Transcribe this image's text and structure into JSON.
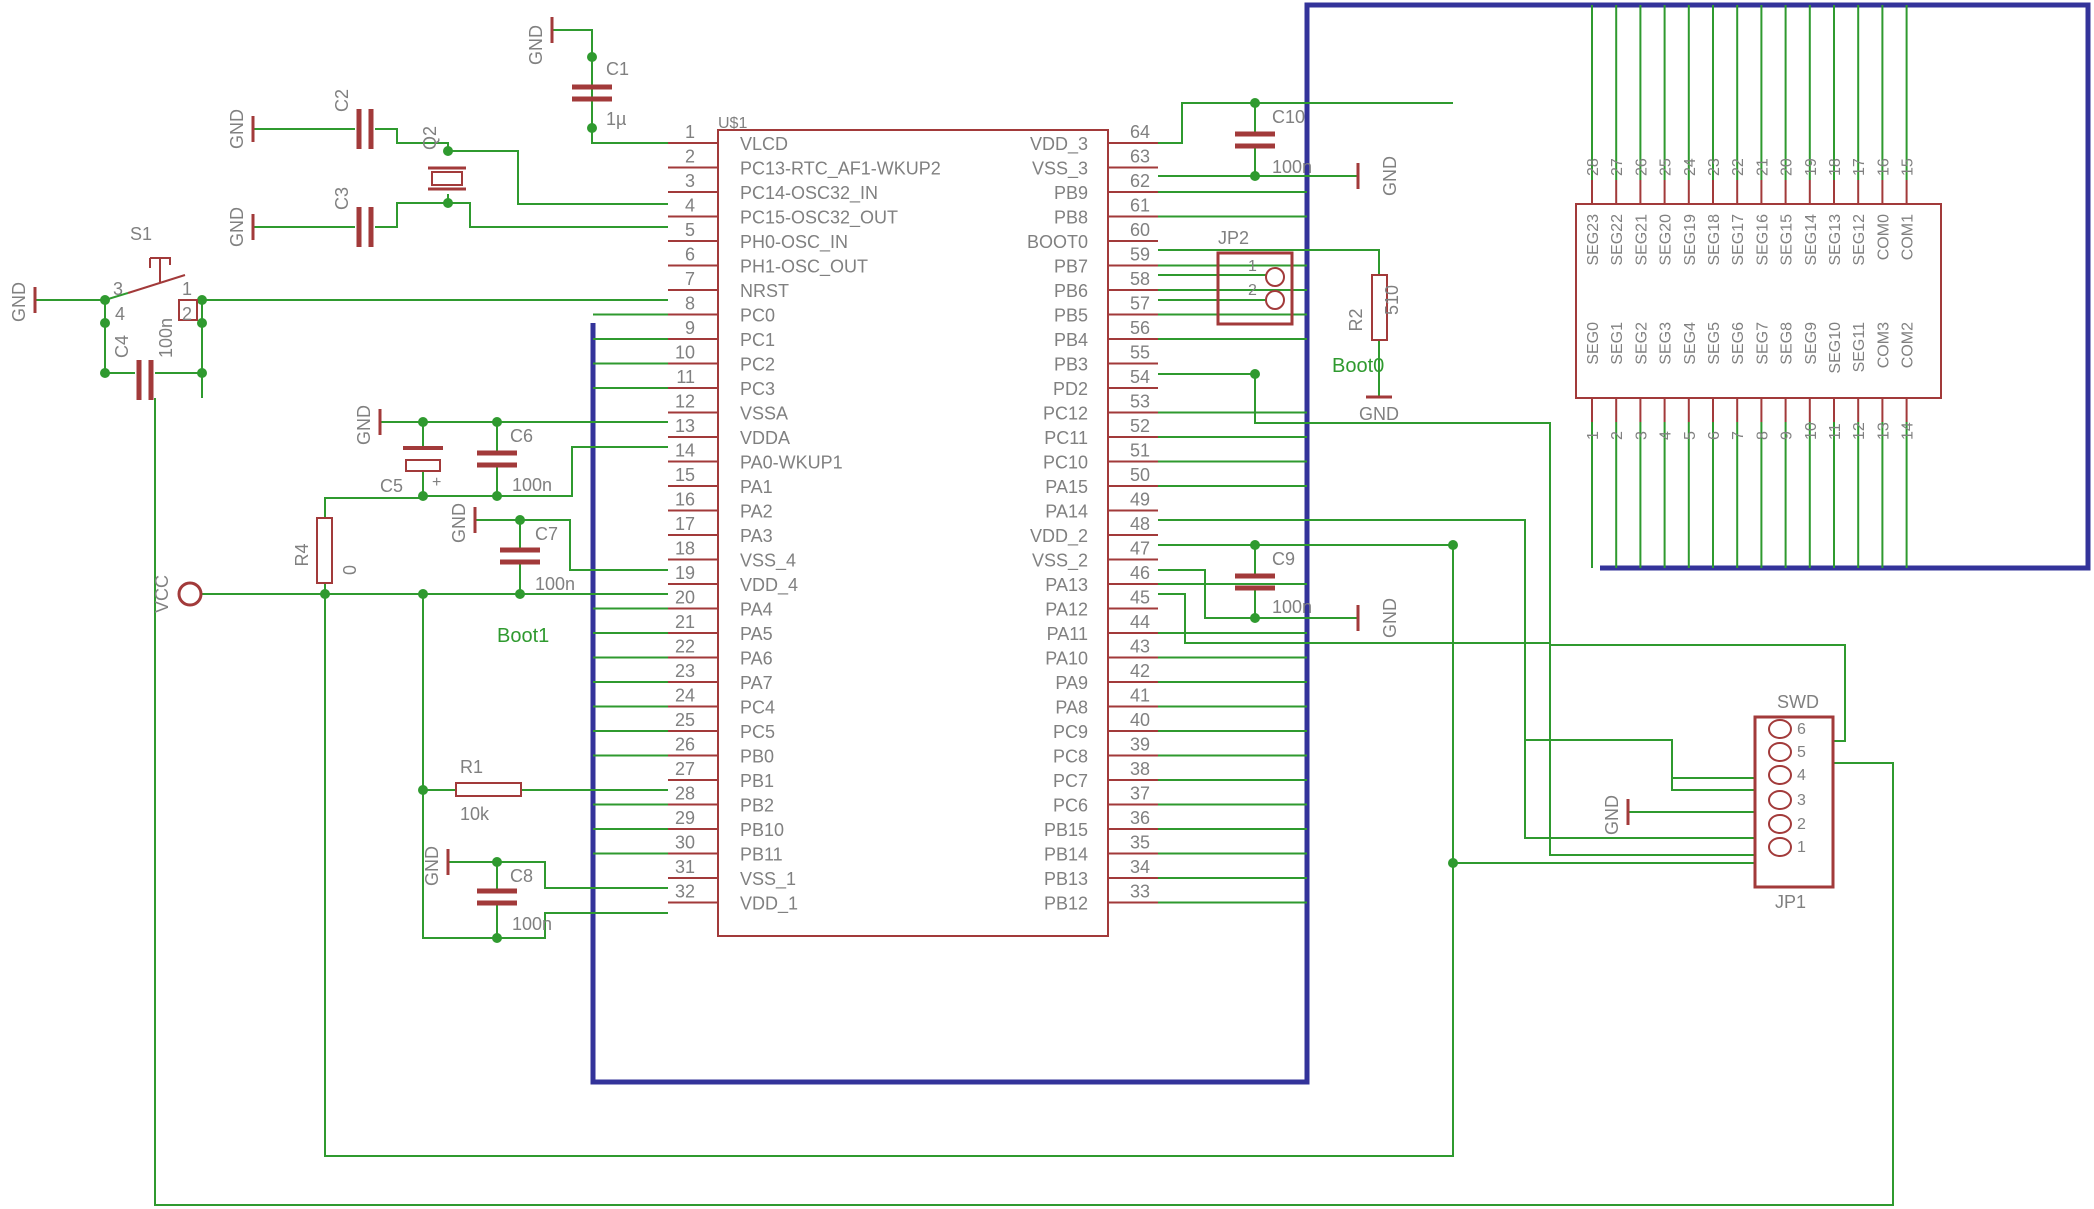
{
  "mcu": {
    "name": "U$1",
    "left_pins": [
      "VLCD",
      "PC13-RTC_AF1-WKUP2",
      "PC14-OSC32_IN",
      "PC15-OSC32_OUT",
      "PH0-OSC_IN",
      "PH1-OSC_OUT",
      "NRST",
      "PC0",
      "PC1",
      "PC2",
      "PC3",
      "VSSA",
      "VDDA",
      "PA0-WKUP1",
      "PA1",
      "PA2",
      "PA3",
      "VSS_4",
      "VDD_4",
      "PA4",
      "PA5",
      "PA6",
      "PA7",
      "PC4",
      "PC5",
      "PB0",
      "PB1",
      "PB2",
      "PB10",
      "PB11",
      "VSS_1",
      "VDD_1"
    ],
    "right_pins": [
      "VDD_3",
      "VSS_3",
      "PB9",
      "PB8",
      "BOOT0",
      "PB7",
      "PB6",
      "PB5",
      "PB4",
      "PB3",
      "PD2",
      "PC12",
      "PC11",
      "PC10",
      "PA15",
      "PA14",
      "VDD_2",
      "VSS_2",
      "PA13",
      "PA12",
      "PA11",
      "PA10",
      "PA9",
      "PA8",
      "PC9",
      "PC8",
      "PC7",
      "PC6",
      "PB15",
      "PB14",
      "PB13",
      "PB12"
    ],
    "left_numbers": [
      "1",
      "2",
      "3",
      "4",
      "5",
      "6",
      "7",
      "8",
      "9",
      "10",
      "11",
      "12",
      "13",
      "14",
      "15",
      "16",
      "17",
      "18",
      "19",
      "20",
      "21",
      "22",
      "23",
      "24",
      "25",
      "26",
      "27",
      "28",
      "29",
      "30",
      "31",
      "32"
    ],
    "right_numbers": [
      "64",
      "63",
      "62",
      "61",
      "60",
      "59",
      "58",
      "57",
      "56",
      "55",
      "54",
      "53",
      "52",
      "51",
      "50",
      "49",
      "48",
      "47",
      "46",
      "45",
      "44",
      "43",
      "42",
      "41",
      "40",
      "39",
      "38",
      "37",
      "36",
      "35",
      "34",
      "33"
    ]
  },
  "lcd": {
    "top_pins": [
      "SEG23",
      "SEG22",
      "SEG21",
      "SEG20",
      "SEG19",
      "SEG18",
      "SEG17",
      "SEG16",
      "SEG15",
      "SEG14",
      "SEG13",
      "SEG12",
      "COM0",
      "COM1"
    ],
    "top_numbers": [
      "28",
      "27",
      "26",
      "25",
      "24",
      "23",
      "22",
      "21",
      "20",
      "19",
      "18",
      "17",
      "16",
      "15"
    ],
    "bottom_pins": [
      "SEG0",
      "SEG1",
      "SEG2",
      "SEG3",
      "SEG4",
      "SEG5",
      "SEG6",
      "SEG7",
      "SEG8",
      "SEG9",
      "SEG10",
      "SEG11",
      "COM3",
      "COM2"
    ],
    "bottom_numbers": [
      "1",
      "2",
      "3",
      "4",
      "5",
      "6",
      "7",
      "8",
      "9",
      "10",
      "11",
      "12",
      "13",
      "14"
    ]
  },
  "components": {
    "c1": {
      "name": "C1",
      "value": "1µ"
    },
    "c2": {
      "name": "C2"
    },
    "c3": {
      "name": "C3"
    },
    "c4": {
      "name": "C4",
      "value": "100n"
    },
    "c5": {
      "name": "C5"
    },
    "c6": {
      "name": "C6",
      "value": "100n"
    },
    "c7": {
      "name": "C7",
      "value": "100n"
    },
    "c8": {
      "name": "C8",
      "value": "100n"
    },
    "c9": {
      "name": "C9",
      "value": "100n"
    },
    "c10": {
      "name": "C10",
      "value": "100n"
    },
    "r1": {
      "name": "R1",
      "value": "10k"
    },
    "r2": {
      "name": "R2",
      "value": "510"
    },
    "r4": {
      "name": "R4",
      "value": "0"
    },
    "q2": {
      "name": "Q2"
    },
    "s1": {
      "name": "S1",
      "pins": [
        "3",
        "4",
        "1",
        "2"
      ]
    },
    "jp2": {
      "name": "JP2",
      "pins": [
        "1",
        "2"
      ]
    },
    "jp1": {
      "name": "JP1",
      "title": "SWD",
      "pins": [
        "6",
        "5",
        "4",
        "3",
        "2",
        "1"
      ]
    }
  },
  "nets": {
    "gnd": "GND",
    "vcc": "VCC",
    "boot0": "Boot0",
    "boot1": "Boot1",
    "plus": "+"
  },
  "colors": {
    "wire": "#2f9a2f",
    "symbol": "#a23a3a",
    "bus": "#33339a",
    "text": "#808080"
  }
}
